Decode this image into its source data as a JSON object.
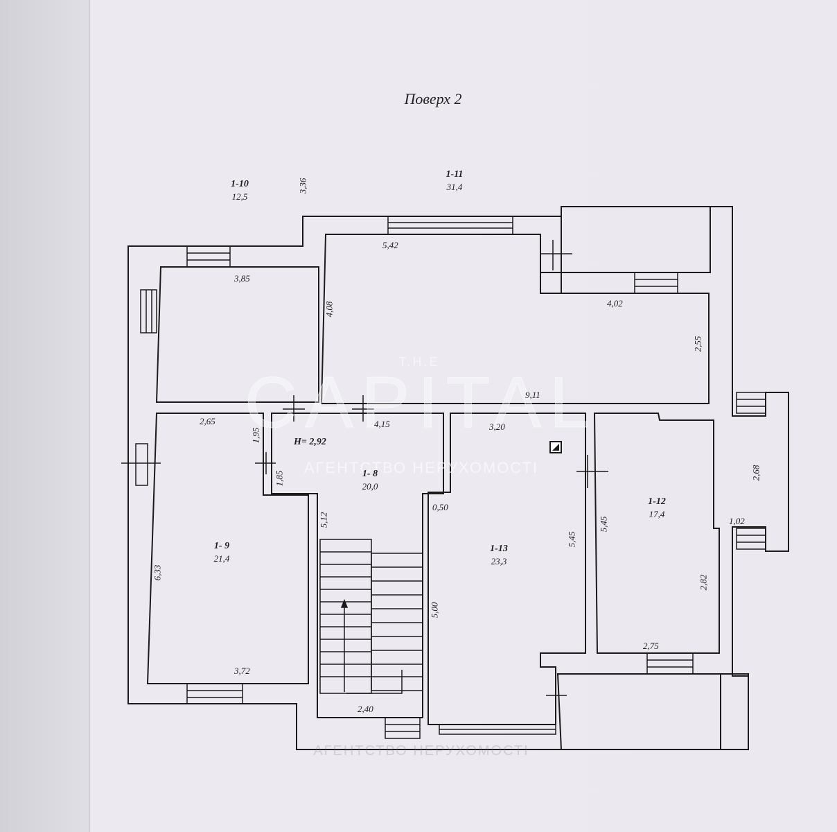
{
  "title": "Поверх 2",
  "watermark": {
    "top": "T.H.E",
    "brand": "CAPITAL",
    "sub": "АГЕНТСТВО НЕРУХОМОСТІ"
  },
  "height_label": "H= 2,92",
  "rooms": [
    {
      "id": "1-10",
      "area": "12,5"
    },
    {
      "id": "1-11",
      "area": "31,4"
    },
    {
      "id": "1- 8",
      "area": "20,0"
    },
    {
      "id": "1- 9",
      "area": "21,4"
    },
    {
      "id": "1-13",
      "area": "23,3"
    },
    {
      "id": "1-12",
      "area": "17,4"
    }
  ],
  "dimensions": {
    "d_385": "3,85",
    "d_336": "3,36",
    "d_408": "4,08",
    "d_542": "5,42",
    "d_402": "4,02",
    "d_255": "2,55",
    "d_911": "9,11",
    "d_265": "2,65",
    "d_195": "1,95",
    "d_415": "4,15",
    "d_185": "1,85",
    "d_512": "5,12",
    "d_633": "6,33",
    "d_372": "3,72",
    "d_240": "2,40",
    "d_320": "3,20",
    "d_050": "0,50",
    "d_545a": "5,45",
    "d_500": "5,00",
    "d_545b": "5,45",
    "d_268": "2,68",
    "d_102": "1,02",
    "d_282": "2,82",
    "d_275": "2,75"
  }
}
